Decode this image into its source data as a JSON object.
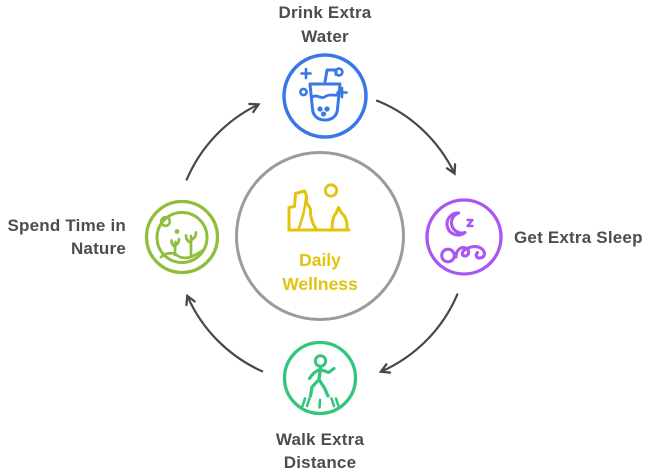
{
  "diagram": {
    "type": "cycle",
    "direction": "clockwise",
    "arrow_color": "#484848",
    "label_color": "#4d4d4d",
    "center": {
      "label": "Daily Wellness",
      "icon": "landscape-rocks-icon",
      "ring_color": "#9b9b9b",
      "accent_color": "#e2c30d"
    },
    "nodes": [
      {
        "id": "drink-water",
        "label": "Drink Extra Water",
        "position": "top",
        "color": "#3a78e7",
        "icon": "drink-icon"
      },
      {
        "id": "get-sleep",
        "label": "Get Extra Sleep",
        "position": "right",
        "color": "#a957f0",
        "icon": "sleep-icon"
      },
      {
        "id": "walk-distance",
        "label": "Walk Extra Distance",
        "position": "bottom",
        "color": "#34c57d",
        "icon": "walking-icon"
      },
      {
        "id": "time-in-nature",
        "label": "Spend Time in Nature",
        "position": "left",
        "color": "#8fbe3d",
        "icon": "nature-icon"
      }
    ]
  }
}
